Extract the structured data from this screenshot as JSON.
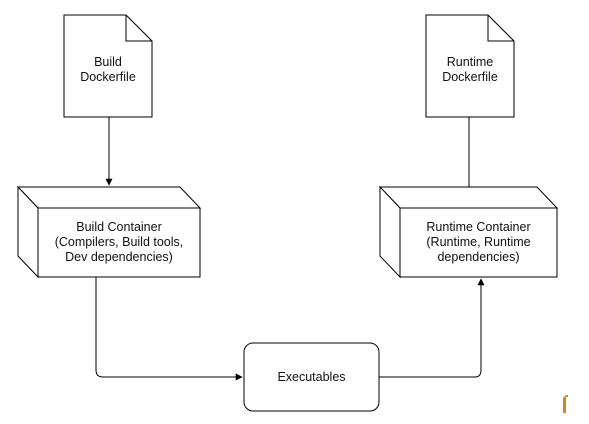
{
  "nodes": {
    "build_dockerfile": {
      "label": "Build\nDockerfile"
    },
    "runtime_dockerfile": {
      "label": "Runtime\nDockerfile"
    },
    "build_container": {
      "label": "Build Container\n(Compilers, Build tools,\nDev dependencies)"
    },
    "runtime_container": {
      "label": "Runtime Container\n(Runtime, Runtime\ndependencies)"
    },
    "executables": {
      "label": "Executables"
    }
  },
  "edges": [
    {
      "from": "build_dockerfile",
      "to": "build_container",
      "arrow": true
    },
    {
      "from": "runtime_dockerfile",
      "to": "runtime_container",
      "arrow": false
    },
    {
      "from": "build_container",
      "to": "executables",
      "arrow": true
    },
    {
      "from": "executables",
      "to": "runtime_container",
      "arrow": true
    }
  ],
  "colors": {
    "stroke": "#000000",
    "fill": "#ffffff",
    "text": "#111111",
    "marker": "#d08a1c"
  }
}
